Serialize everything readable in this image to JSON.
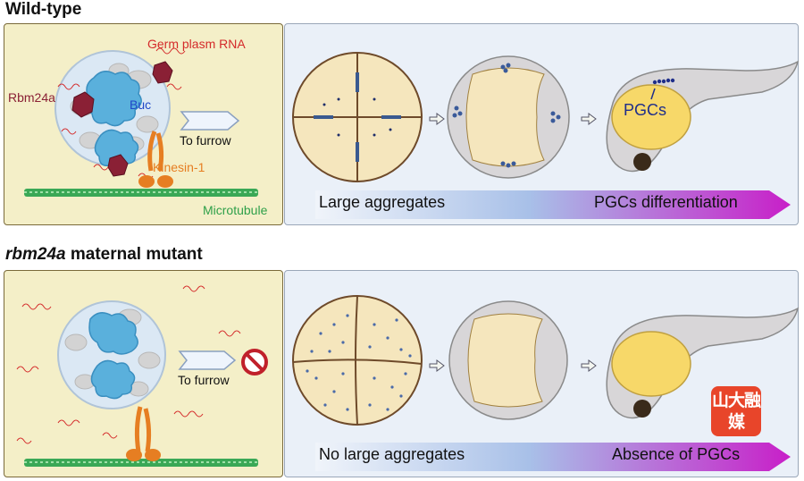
{
  "wildtype": {
    "title": "Wild-type",
    "labels": {
      "germ_plasm_rna": "Germ plasm RNA",
      "rbm24a": "Rbm24a",
      "buc": "Buc",
      "to_furrow": "To furrow",
      "kinesin": "Kinesin-1",
      "microtubule": "Microtubule",
      "pgcs": "PGCs"
    },
    "bar": {
      "left": "Large aggregates",
      "right": "PGCs differentiation"
    }
  },
  "mutant": {
    "title_gene": "rbm24a",
    "title_rest": " maternal mutant",
    "labels": {
      "to_furrow": "To furrow"
    },
    "bar": {
      "left": "No large aggregates",
      "right": "Absence of PGCs"
    }
  },
  "watermark": "山大融媒",
  "colors": {
    "germ_plasm_rna": "#d42a2a",
    "rbm24a": "#8a2035",
    "buc": "#1f48c8",
    "kinesin": "#e67e22",
    "microtubule": "#2fa04a",
    "pgcs": "#1f2e8a",
    "bar_start": "#e8eef8",
    "bar_end": "#c81fc8"
  }
}
